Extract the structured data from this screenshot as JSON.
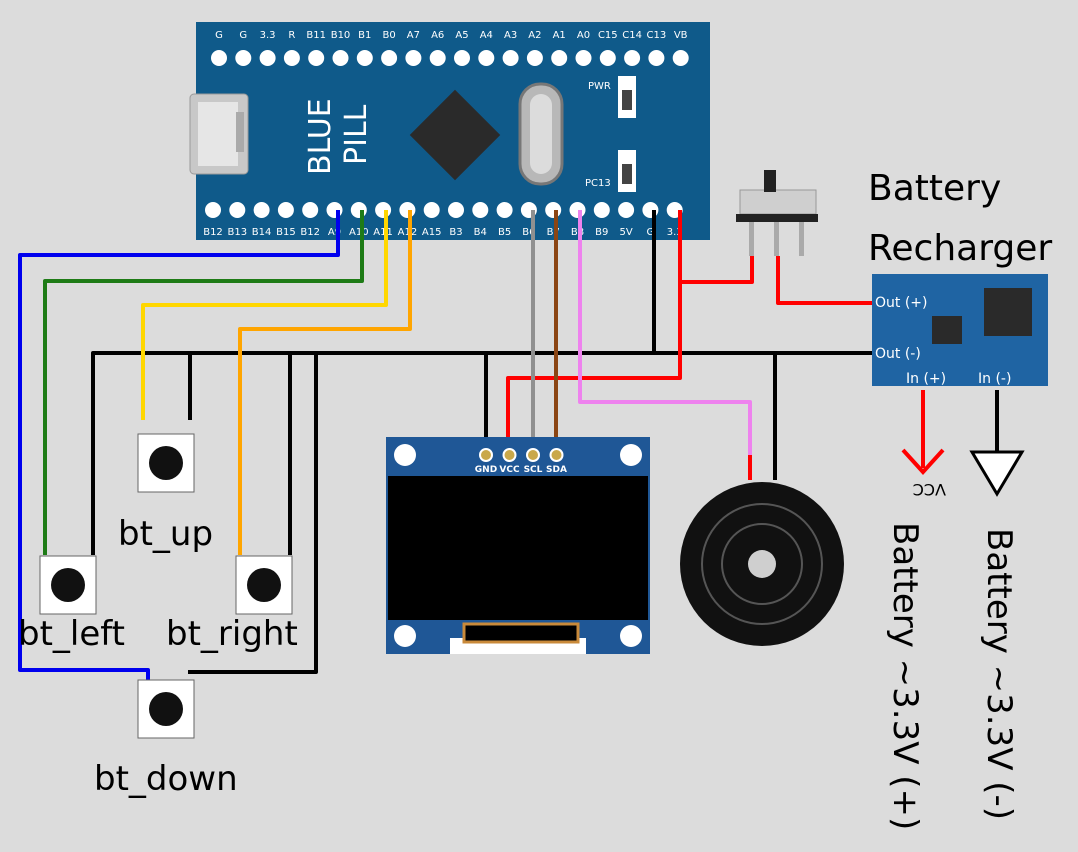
{
  "board": {
    "name_line1": "BLUE",
    "name_line2": "PILL",
    "pwr_label": "PWR",
    "pc13_label": "PC13",
    "top_pins": [
      "G",
      "G",
      "3.3",
      "R",
      "B11",
      "B10",
      "B1",
      "B0",
      "A7",
      "A6",
      "A5",
      "A4",
      "A3",
      "A2",
      "A1",
      "A0",
      "C15",
      "C14",
      "C13",
      "VB"
    ],
    "bottom_pins": [
      "B12",
      "B13",
      "B14",
      "B15",
      "B12",
      "A9",
      "A10",
      "A11",
      "A12",
      "A15",
      "B3",
      "B4",
      "B5",
      "B6",
      "B7",
      "B8",
      "B9",
      "5V",
      "G",
      "3.3"
    ]
  },
  "oled": {
    "pins": [
      "GND",
      "VCC",
      "SCL",
      "SDA"
    ]
  },
  "buttons": {
    "up": "bt_up",
    "left": "bt_left",
    "right": "bt_right",
    "down": "bt_down"
  },
  "recharger": {
    "title_line1": "Battery",
    "title_line2": "Recharger",
    "out_plus": "Out (+)",
    "out_minus": "Out (-)",
    "in_plus": "In (+)",
    "in_minus": "In (-)"
  },
  "symbols": {
    "vcc": "VCC"
  },
  "batteries": {
    "plus": "Battery ~3.3V (+)",
    "minus": "Battery ~3.3V (-)"
  },
  "colors": {
    "board": "#0f5a8a",
    "oled": "#1f5796",
    "recharger": "#1f64a3",
    "wire_blue": "#0000ee",
    "wire_green": "#1e7b16",
    "wire_yellow": "#ffd700",
    "wire_orange": "#ffa500",
    "wire_black": "#000000",
    "wire_red": "#ff0000",
    "wire_gray": "#909090",
    "wire_brown": "#8b4513",
    "wire_pink": "#ee82ee"
  }
}
